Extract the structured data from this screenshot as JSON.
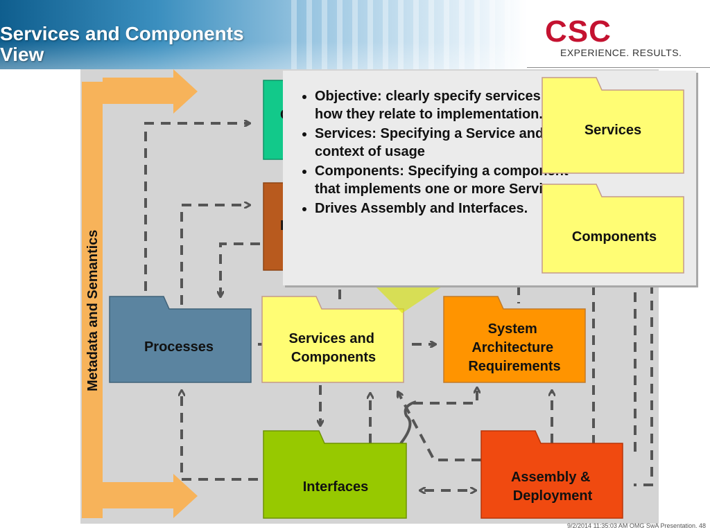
{
  "slide": {
    "title": "Services and Components View",
    "logo": {
      "mark": "CSC",
      "tagline": "EXPERIENCE. RESULTS."
    },
    "footer": "9/2/2014 11:35:03 AM OMG SwA Presentation. 48"
  },
  "colors": {
    "metadata_bar": "#f7b35a",
    "processes": "#5b84a0",
    "services_and_components": "#fffd74",
    "system_architecture": "#ff9400",
    "interfaces": "#97c900",
    "assembly": "#f04a10",
    "services": "#fffd74",
    "components": "#fffd74",
    "green_folder": "#12c98a",
    "brown_folder": "#b85a1e",
    "arrow": "#555555"
  },
  "diagram": {
    "side_bar_label": "Metadata and Semantics",
    "nodes": {
      "processes": "Processes",
      "services_and_components": [
        "Services and",
        "Components"
      ],
      "system_architecture": [
        "System",
        "Architecture",
        "Requirements"
      ],
      "interfaces": "Interfaces",
      "assembly": [
        "Assembly &",
        "Deployment"
      ],
      "services": "Services",
      "components": "Components",
      "green_partial": "C",
      "brown_partial": "I"
    }
  },
  "callout": {
    "bullets": [
      "Objective:  clearly specify services and how they relate to implementation.",
      "Services: Specifying a Service and the context of usage",
      "Components:  Specifying a component that implements one or more Services",
      "Drives Assembly and Interfaces."
    ]
  }
}
